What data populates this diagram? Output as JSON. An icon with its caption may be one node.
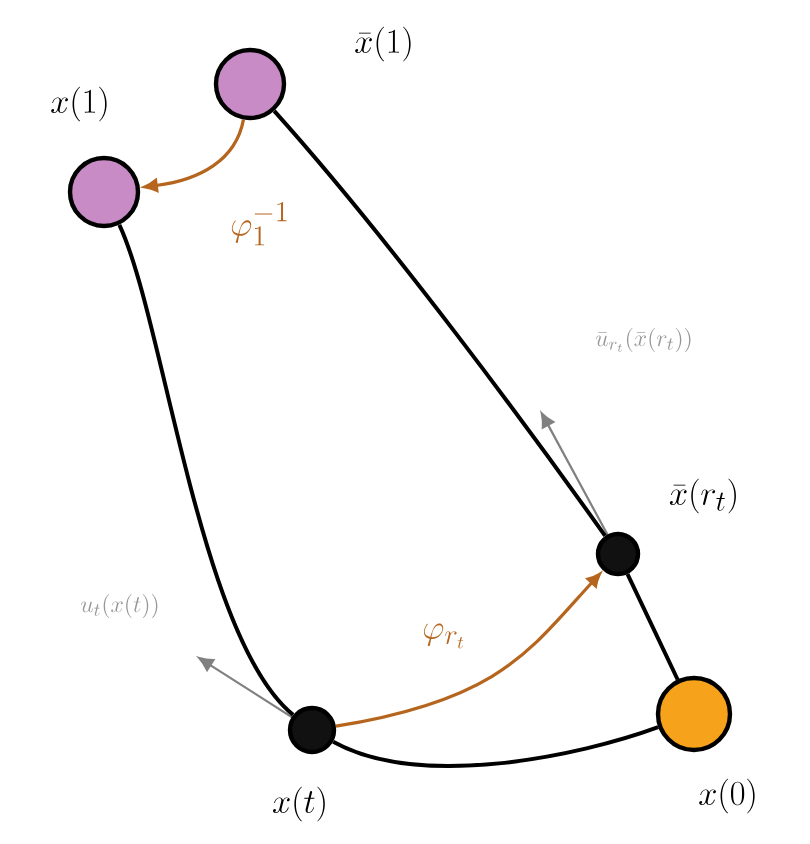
{
  "diagram": {
    "nodes": [
      {
        "text": [
          "x(1)"
        ]
      },
      {
        "text": [
          "\\bar{x}(1)"
        ]
      },
      {
        "text": [
          "\\bar{x}(r_t)"
        ]
      },
      {
        "text": [
          "x(t)"
        ]
      },
      {
        "text": [
          "x(0)"
        ]
      }
    ],
    "edges": [
      {
        "from": 0,
        "to": 3,
        "arrow": "none"
      },
      {
        "from": 3,
        "to": 4,
        "arrow": "none"
      },
      {
        "from": 4,
        "to": 2,
        "arrow": "none"
      },
      {
        "from": 2,
        "to": 1,
        "arrow": "none"
      },
      {
        "from": 1,
        "to": 0,
        "arrow": "to",
        "label": "\\varphi_1^{-1}",
        "color": "#b5651d"
      },
      {
        "from": 3,
        "to": 2,
        "arrow": "to",
        "label": "\\varphi_{r_t}",
        "color": "#b5651d"
      }
    ],
    "labels": [
      "\\bar{u}_{r_t}(\\bar{x}(r_t))",
      "u_t(x(t))"
    ]
  }
}
